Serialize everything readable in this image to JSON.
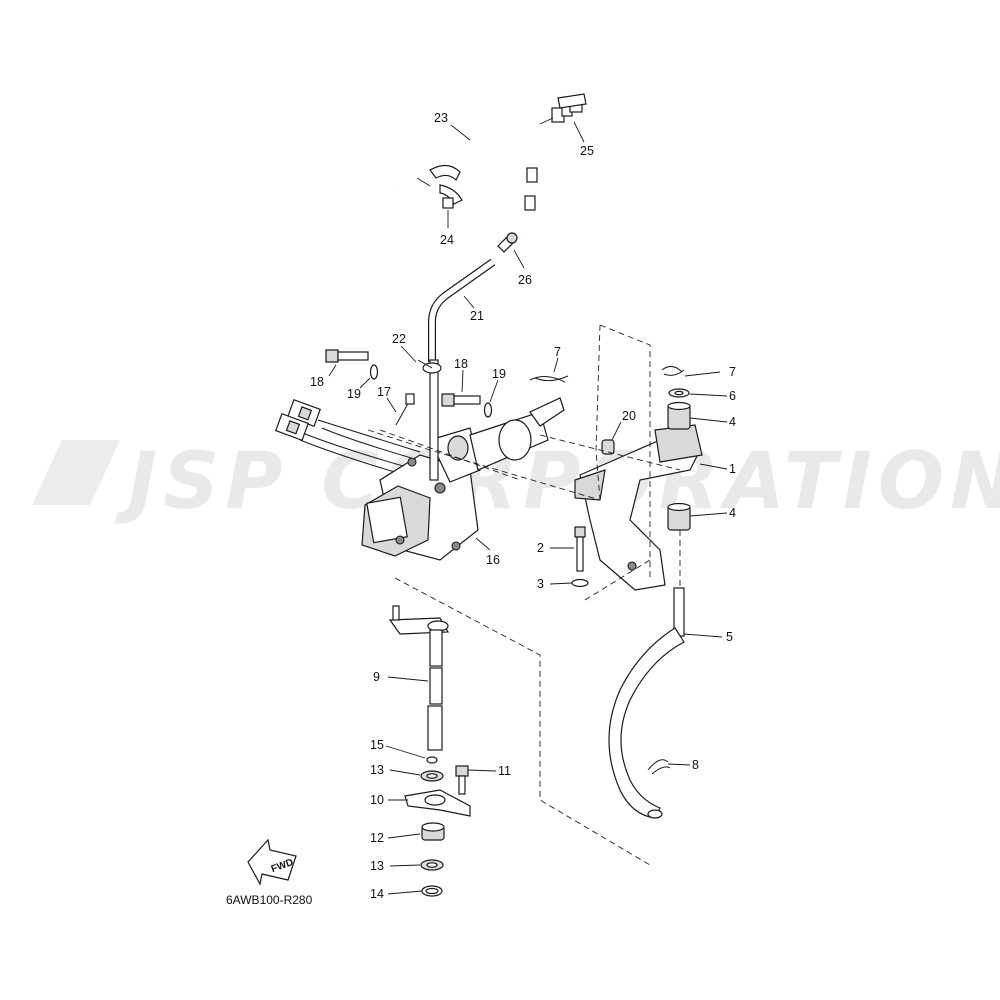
{
  "watermark": {
    "text": "JSP CORPORATION"
  },
  "diagram_code": "6AWB100-R280",
  "fwd_label": "FWD",
  "callouts": {
    "p1": "1",
    "p2": "2",
    "p3": "3",
    "p4a": "4",
    "p4b": "4",
    "p5": "5",
    "p6": "6",
    "p7a": "7",
    "p7b": "7",
    "p8": "8",
    "p9": "9",
    "p10": "10",
    "p11": "11",
    "p12": "12",
    "p13a": "13",
    "p13b": "13",
    "p14": "14",
    "p15": "15",
    "p16": "16",
    "p17": "17",
    "p18a": "18",
    "p18b": "18",
    "p19a": "19",
    "p19b": "19",
    "p20": "20",
    "p21": "21",
    "p22": "22",
    "p23": "23",
    "p24": "24",
    "p25": "25",
    "p26": "26"
  }
}
